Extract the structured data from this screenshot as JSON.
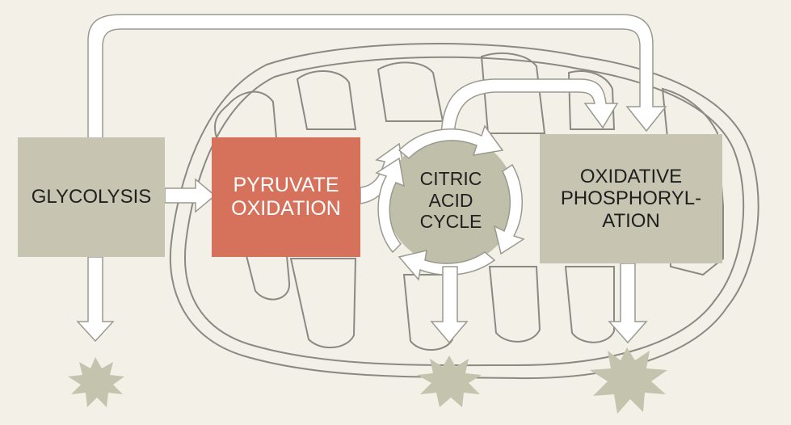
{
  "colors": {
    "background": "#f3f0e8",
    "box": "#c7c5b1",
    "highlight_box": "#d6725b",
    "circle": "#c0bfaa",
    "arrow_fill": "#ffffff",
    "arrow_stroke": "#9a9a90",
    "mitochondrion_stroke": "#8a8a82",
    "burst": "#c4c3ad"
  },
  "steps": {
    "glycolysis": {
      "label": "GLYCOLYSIS"
    },
    "pyruvate_oxidation": {
      "line1": "PYRUVATE",
      "line2": "OXIDATION"
    },
    "citric_acid_cycle": {
      "line1": "CITRIC",
      "line2": "ACID",
      "line3": "CYCLE"
    },
    "oxidative_phosphorylation": {
      "line1": "OXIDATIVE",
      "line2": "PHOSPHORYL-",
      "line3": "ATION"
    }
  },
  "icons": [
    "energy-burst-icon",
    "energy-burst-icon",
    "energy-burst-icon"
  ]
}
